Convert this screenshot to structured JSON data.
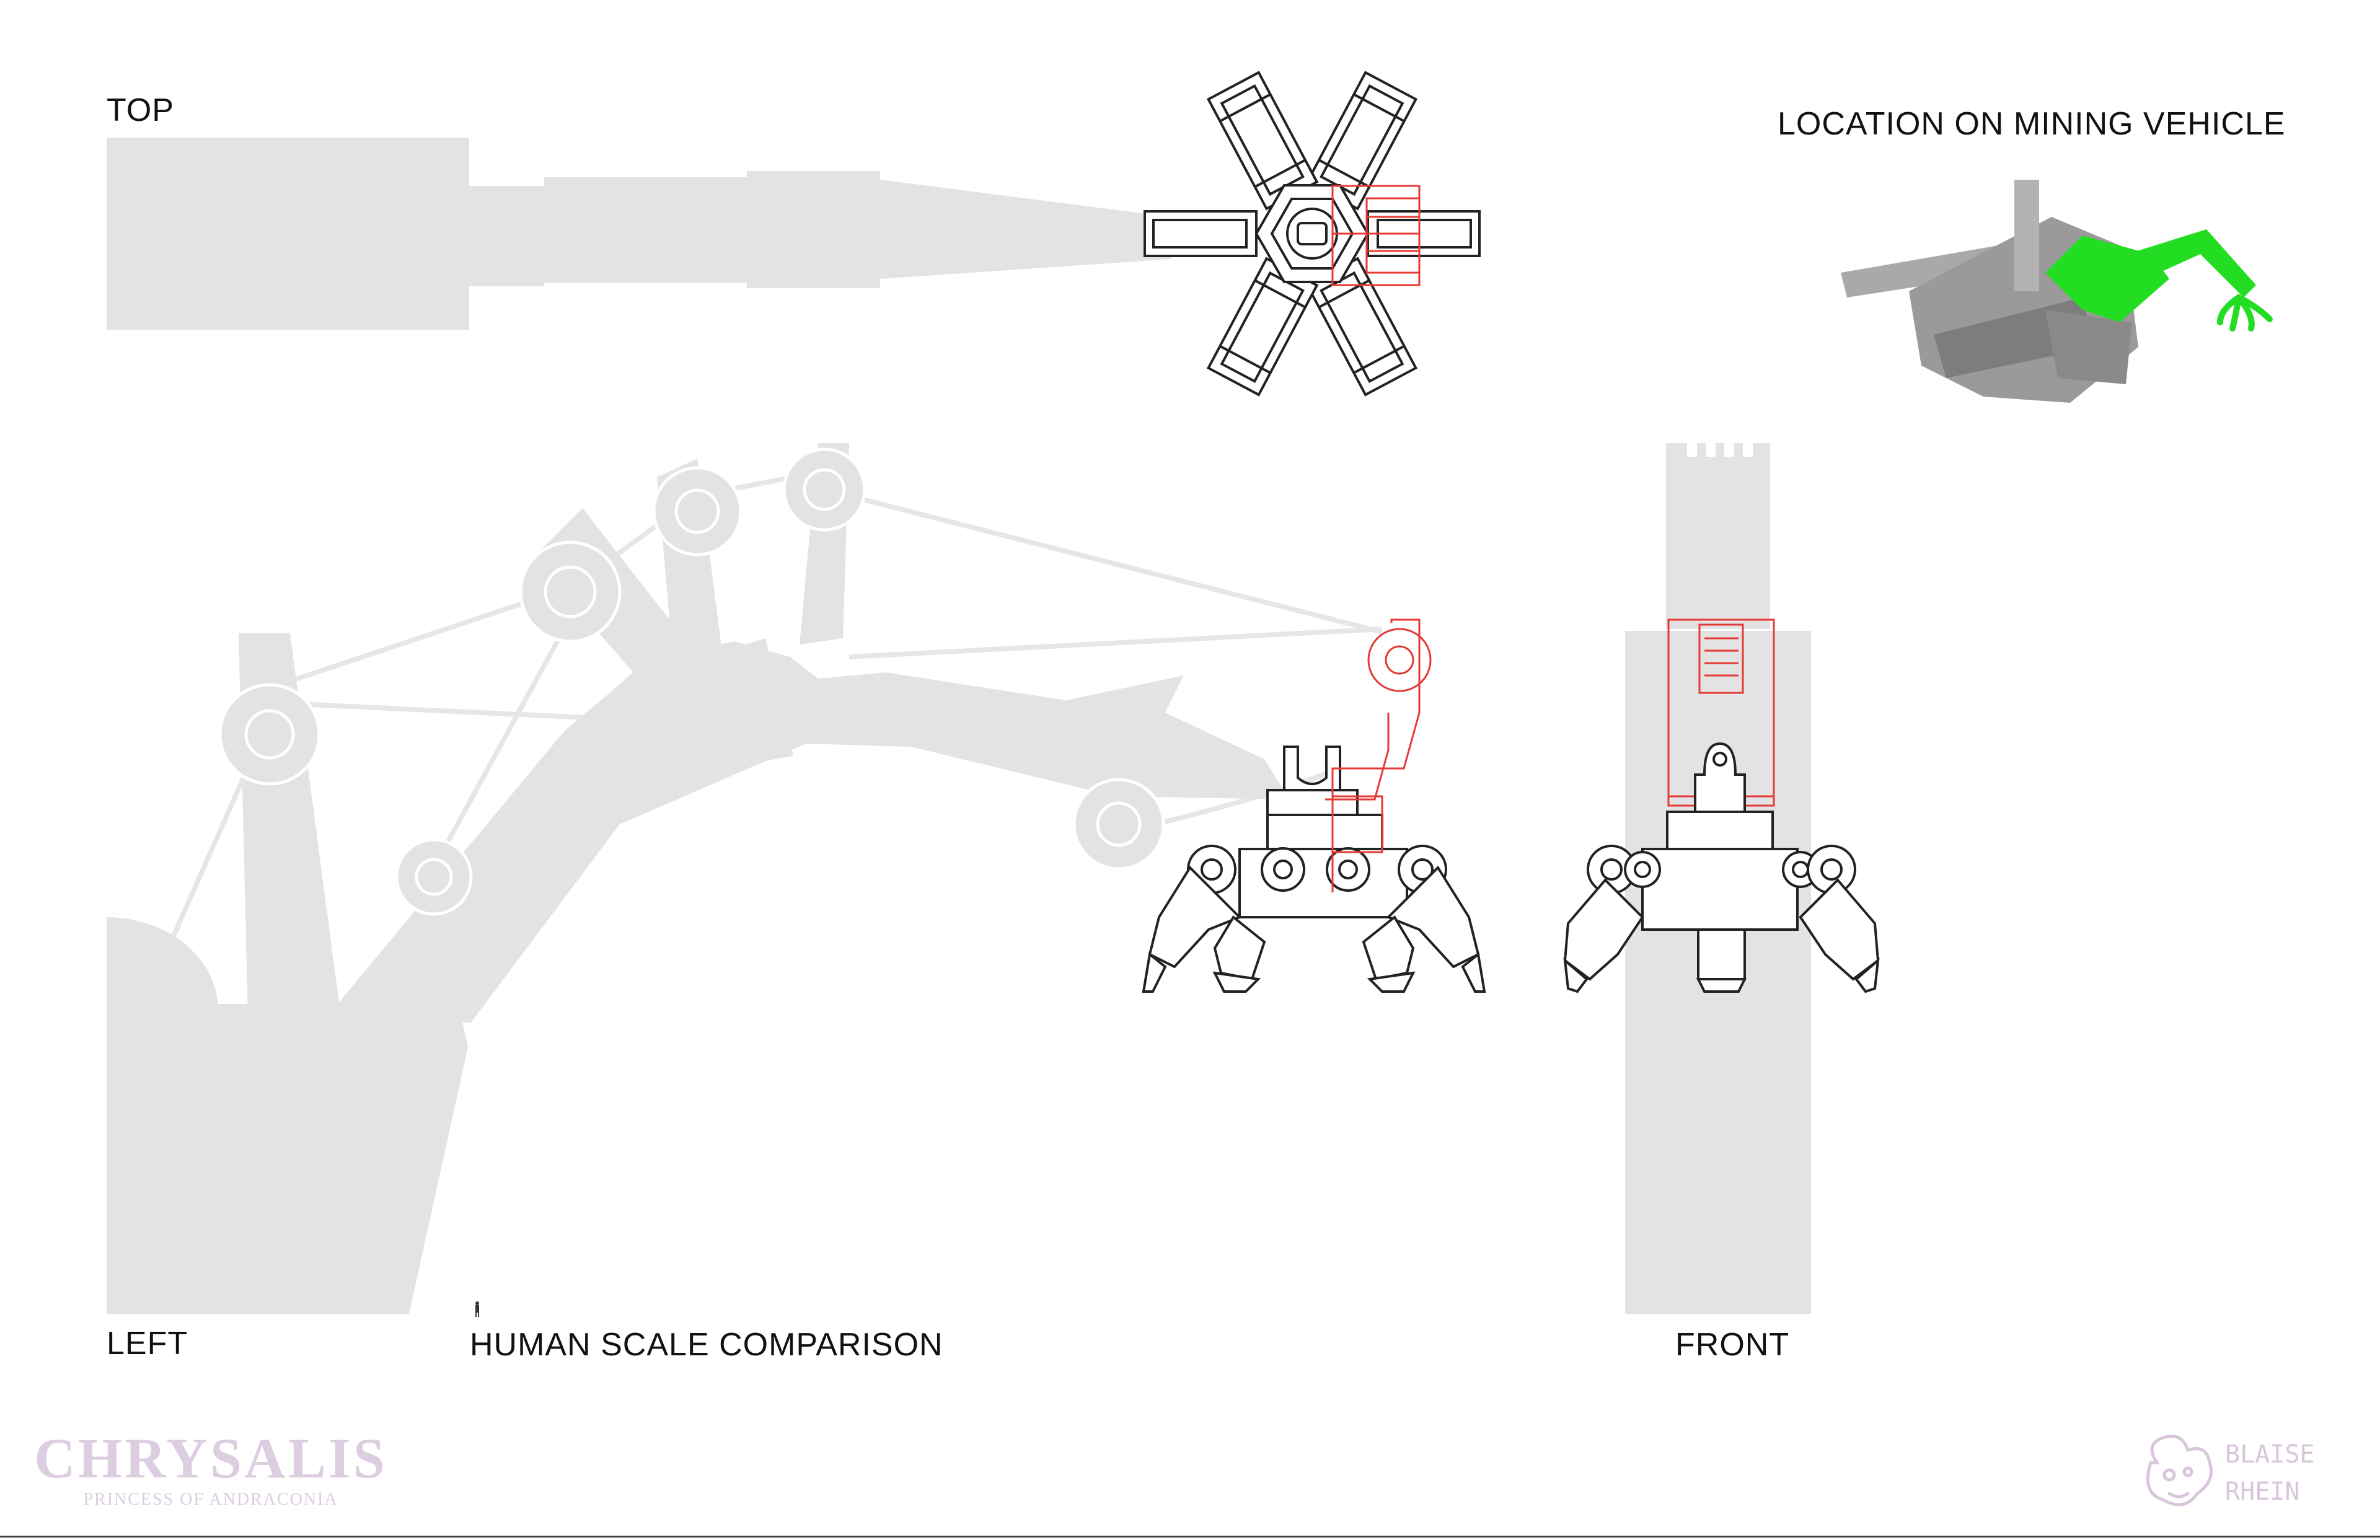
{
  "views": {
    "top_label": "TOP",
    "left_label": "LEFT",
    "scale_label": "HUMAN SCALE COMPARISON",
    "front_label": "FRONT",
    "location_label": "LOCATION ON MINING VEHICLE"
  },
  "logo": {
    "title": "CHRYSALIS",
    "subtitle": "PRINCESS OF ANDRACONIA"
  },
  "signature": {
    "text_line1": "BLAISE",
    "text_line2": "RHEIN"
  },
  "colors": {
    "silhouette": "#e3e3e3",
    "cable": "#e6e6e6",
    "linework": "#222222",
    "highlight": "#e53935",
    "vehicle_grey": "#a9a9a9",
    "vehicle_green": "#22dd22",
    "logo": "#dccde0",
    "signature": "#d9c6dc"
  }
}
